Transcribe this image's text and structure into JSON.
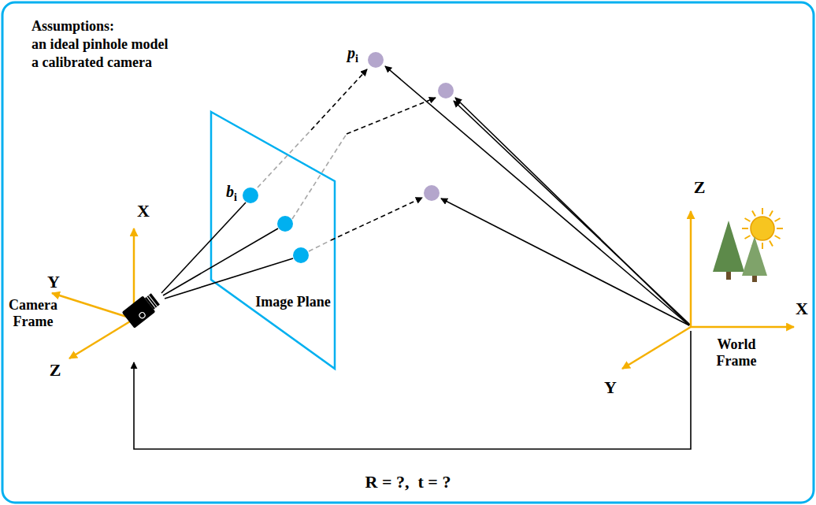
{
  "diagram": {
    "labels": [
      "Assumptions:",
      "an ideal pinhole model",
      "a calibrated camera",
      "pi",
      "bi",
      "X",
      "Y",
      "Camera Frame",
      "Z",
      "Image Plane",
      "Z",
      "X",
      "World Frame",
      "Y",
      "R = ?,  t = ?"
    ]
  }
}
